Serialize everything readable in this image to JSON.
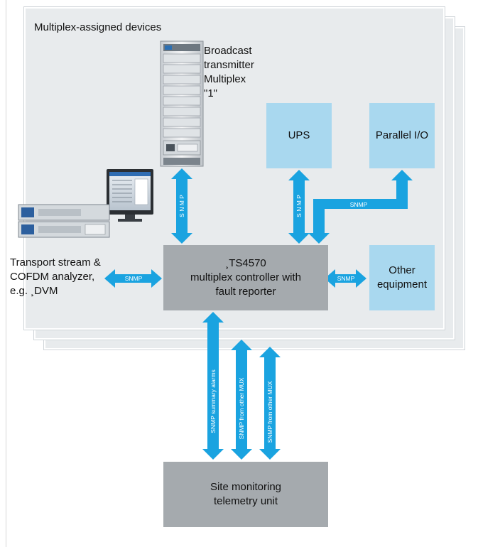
{
  "panel_title": "Multiplex-assigned devices",
  "transmitter": {
    "label_lines": [
      "Broadcast",
      "transmitter",
      "Multiplex",
      "\"1\""
    ]
  },
  "analyzer": {
    "label_lines": [
      "Transport stream &",
      "COFDM analyzer,",
      "e.g. ¸DVM"
    ]
  },
  "ups": {
    "label": "UPS"
  },
  "parallel_io": {
    "label": "Parallel I/O"
  },
  "other_equipment": {
    "label_lines": [
      "Other",
      "equipment"
    ]
  },
  "controller": {
    "label_lines": [
      "¸TS4570",
      "multiplex controller with",
      "fault reporter"
    ]
  },
  "site_monitoring": {
    "label_lines": [
      "Site monitoring",
      "telemetry unit"
    ]
  },
  "links": {
    "transmitter_snmp": "S N M P",
    "ups_snmp": "S N M P",
    "pio_snmp": "SNMP",
    "analyzer_snmp": "SNMP",
    "other_snmp": "SNMP",
    "summary_alarms": "SNMP summary alarms",
    "from_other_mux_1": "SNMP from other MUX",
    "from_other_mux_2": "SNMP from other MUX"
  },
  "colors": {
    "panel_bg": "#e8ebed",
    "light_box": "#a9d8ef",
    "grey_box": "#a5aaae",
    "arrow": "#1aa3e0"
  }
}
